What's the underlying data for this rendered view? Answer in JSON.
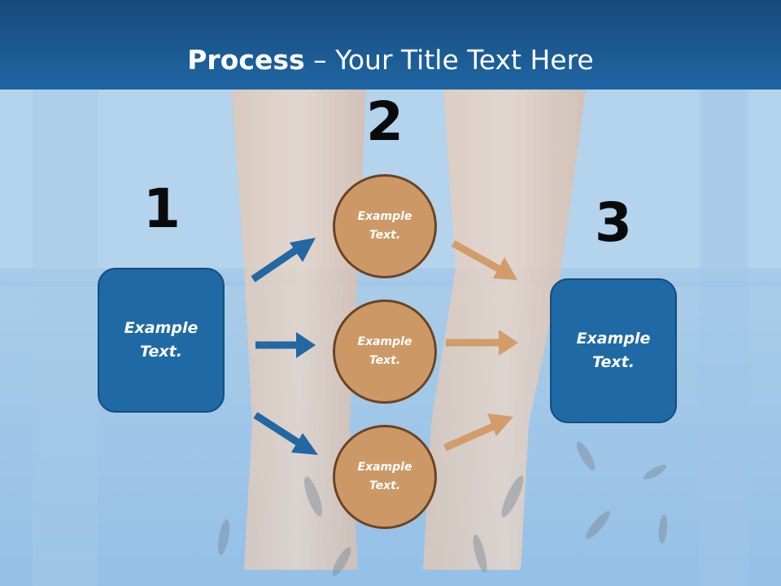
{
  "title": {
    "bold": "Process",
    "rest": " – Your Title Text Here"
  },
  "steps": {
    "step1": {
      "number": "1",
      "box_text": "Example Text."
    },
    "step2": {
      "number": "2",
      "circles": [
        "Example Text.",
        "Example Text.",
        "Example Text."
      ]
    },
    "step3": {
      "number": "3",
      "box_text": "Example Text."
    }
  },
  "colors": {
    "header": "#1f66a3",
    "box_fill": "#1f6aa5",
    "circle_fill": "#cc9966",
    "blue_arrow": "#2367a3",
    "orange_arrow": "#d29c6b"
  }
}
